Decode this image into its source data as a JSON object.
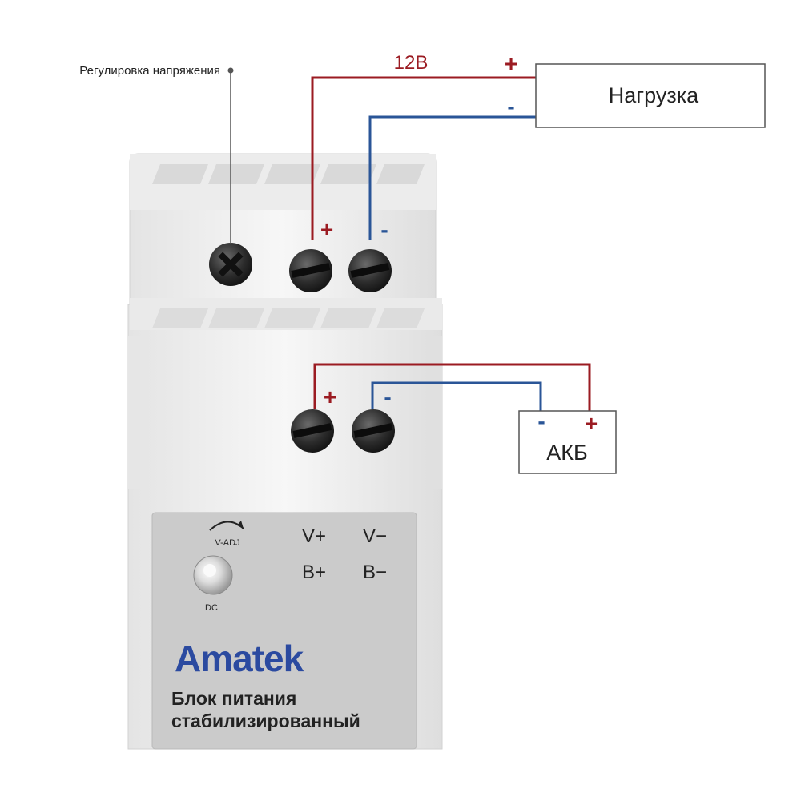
{
  "callout": {
    "label": "Регулировка напряжения"
  },
  "output": {
    "voltage_label": "12В",
    "plus_sign": "+",
    "minus_sign": "-",
    "load_label": "Нагрузка"
  },
  "battery": {
    "plus_sign": "+",
    "minus_sign": "-",
    "label": "АКБ"
  },
  "device": {
    "adj_label": "V-ADJ",
    "dc_label": "DC",
    "terminal_labels": [
      "V+",
      "V−",
      "B+",
      "B−"
    ],
    "brand": "Amatek",
    "product_line1": "Блок питания",
    "product_line2": "стабилизированный"
  },
  "colors": {
    "positive_wire": "#9b1b22",
    "negative_wire": "#2a5597",
    "brand": "#2b4aa0",
    "housing": "#f1f1f1",
    "label_plate": "#c9c9c9"
  },
  "icons": [
    "adjust-screw-icon",
    "terminal-screw-icon",
    "led-indicator-icon",
    "adjust-arrow-icon"
  ]
}
